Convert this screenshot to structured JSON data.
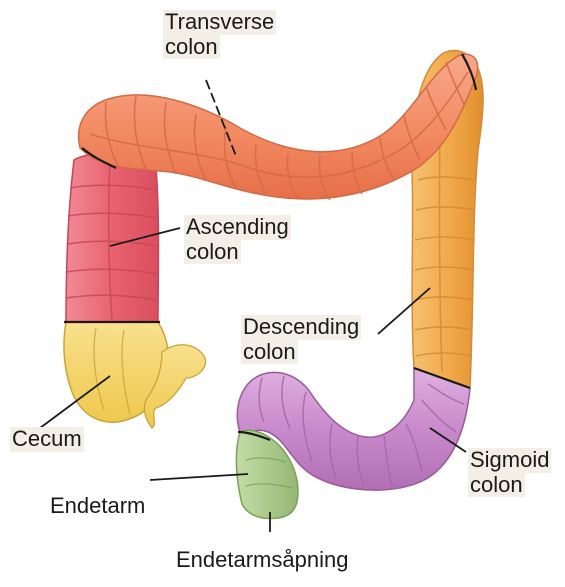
{
  "labels": {
    "transverse": [
      "Transverse",
      "colon"
    ],
    "ascending": [
      "Ascending",
      "colon"
    ],
    "descending": [
      "Descending",
      "colon"
    ],
    "cecum": "Cecum",
    "sigmoid": [
      "Sigmoid",
      "colon"
    ],
    "rectum": "Endetarm",
    "anus": "Endetarmsåpning"
  },
  "colors": {
    "transverse": "#f28a62",
    "ascending": "#e9626f",
    "descending": "#f0a84a",
    "cecum": "#f3d36a",
    "sigmoid": "#c98acb",
    "rectum": "#a9c98a",
    "leader_line": "#1a1a1a"
  }
}
